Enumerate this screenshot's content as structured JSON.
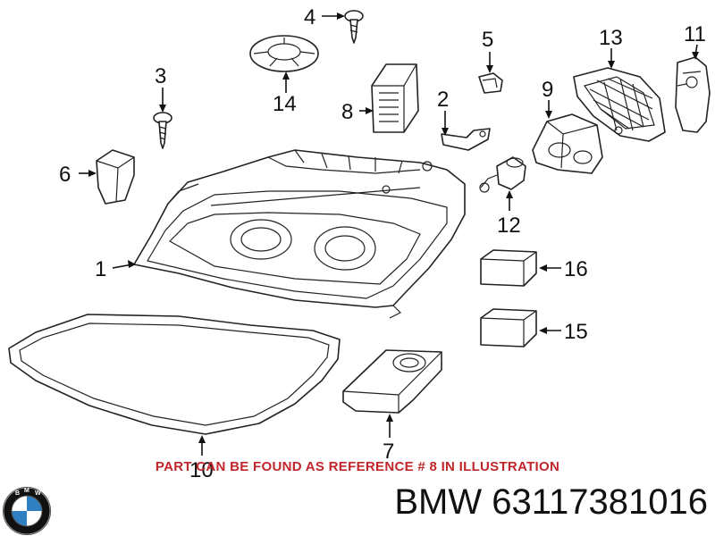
{
  "diagram": {
    "callouts": {
      "c1": "1",
      "c2": "2",
      "c3": "3",
      "c4": "4",
      "c5": "5",
      "c6": "6",
      "c7": "7",
      "c8": "8",
      "c9": "9",
      "c10": "10",
      "c11": "11",
      "c12": "12",
      "c13": "13",
      "c14": "14",
      "c15": "15",
      "c16": "16"
    },
    "note": "PART CAN BE FOUND AS REFERENCE # 8 IN ILLUSTRATION"
  },
  "footer": {
    "brand": "BMW",
    "part_number": "63117381016",
    "logo_letters": "BMW",
    "logo_colors": {
      "ring": "#111111",
      "blue": "#2f7fc1",
      "white": "#ffffff"
    }
  },
  "colors": {
    "note": "#c0262b",
    "line": "#222222"
  }
}
